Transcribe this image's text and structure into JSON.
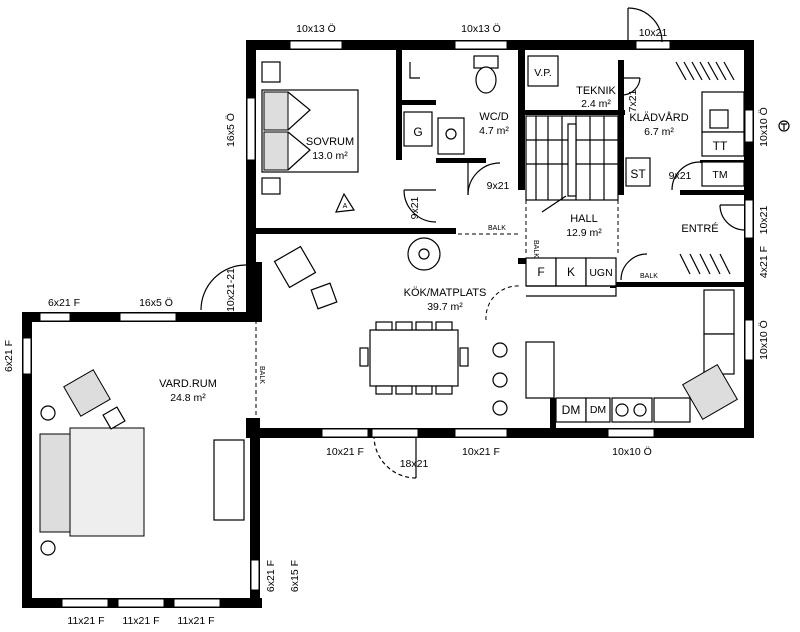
{
  "rooms": {
    "sovrum": {
      "name": "SOVRUM",
      "area": "13.0 m²"
    },
    "wcd": {
      "name": "WC/D",
      "area": "4.7 m²"
    },
    "teknik": {
      "name": "TEKNIK",
      "area": "2.4 m²"
    },
    "kladvard": {
      "name": "KLÄDVÅRD",
      "area": "6.7 m²"
    },
    "hall": {
      "name": "HALL",
      "area": "12.9 m²"
    },
    "entre": {
      "name": "ENTRÉ"
    },
    "kok": {
      "name": "KÖK/MATPLATS",
      "area": "39.7 m²"
    },
    "vardrum": {
      "name": "VARD.RUM",
      "area": "24.8 m²"
    }
  },
  "fixtures": {
    "g": "G",
    "f": "F",
    "k": "K",
    "ugn": "UGN",
    "st": "ST",
    "tt": "TT",
    "tm": "TM",
    "vp": "V.P.",
    "dm1": "DM",
    "dm2": "DM",
    "a": "A"
  },
  "balk": {
    "b1": "BALK",
    "b2": "BALK",
    "b3": "BALK",
    "b4": "BALK"
  },
  "dims": {
    "top_w1": "10x13 Ö",
    "top_w2": "10x13 Ö",
    "top_door": "10x21",
    "door_teknik": "7x21",
    "door_wcd": "9x21",
    "door_sovrum": "9x21",
    "door_st": "9x21",
    "side_sovrum": "16x5 Ö",
    "side_kladvard": "10x10 Ö",
    "side_entre_door": "10x21",
    "side_entre_4x21": "4x21 F",
    "side_kok": "10x10 Ö",
    "vard_door": "10x21-21",
    "vard_top_left": "6x21 F",
    "vard_top_right": "16x5 Ö",
    "vard_left": "6x21 F",
    "bottom_1": "10x21 F",
    "bottom_door": "18x21",
    "bottom_2": "10x21 F",
    "bottom_3": "10x10 Ö",
    "vard_right_1": "6x21 F",
    "vard_right_2": "6x15 F",
    "vard_bottom_1": "11x21 F",
    "vard_bottom_2": "11x21 F",
    "vard_bottom_3": "11x21 F"
  }
}
